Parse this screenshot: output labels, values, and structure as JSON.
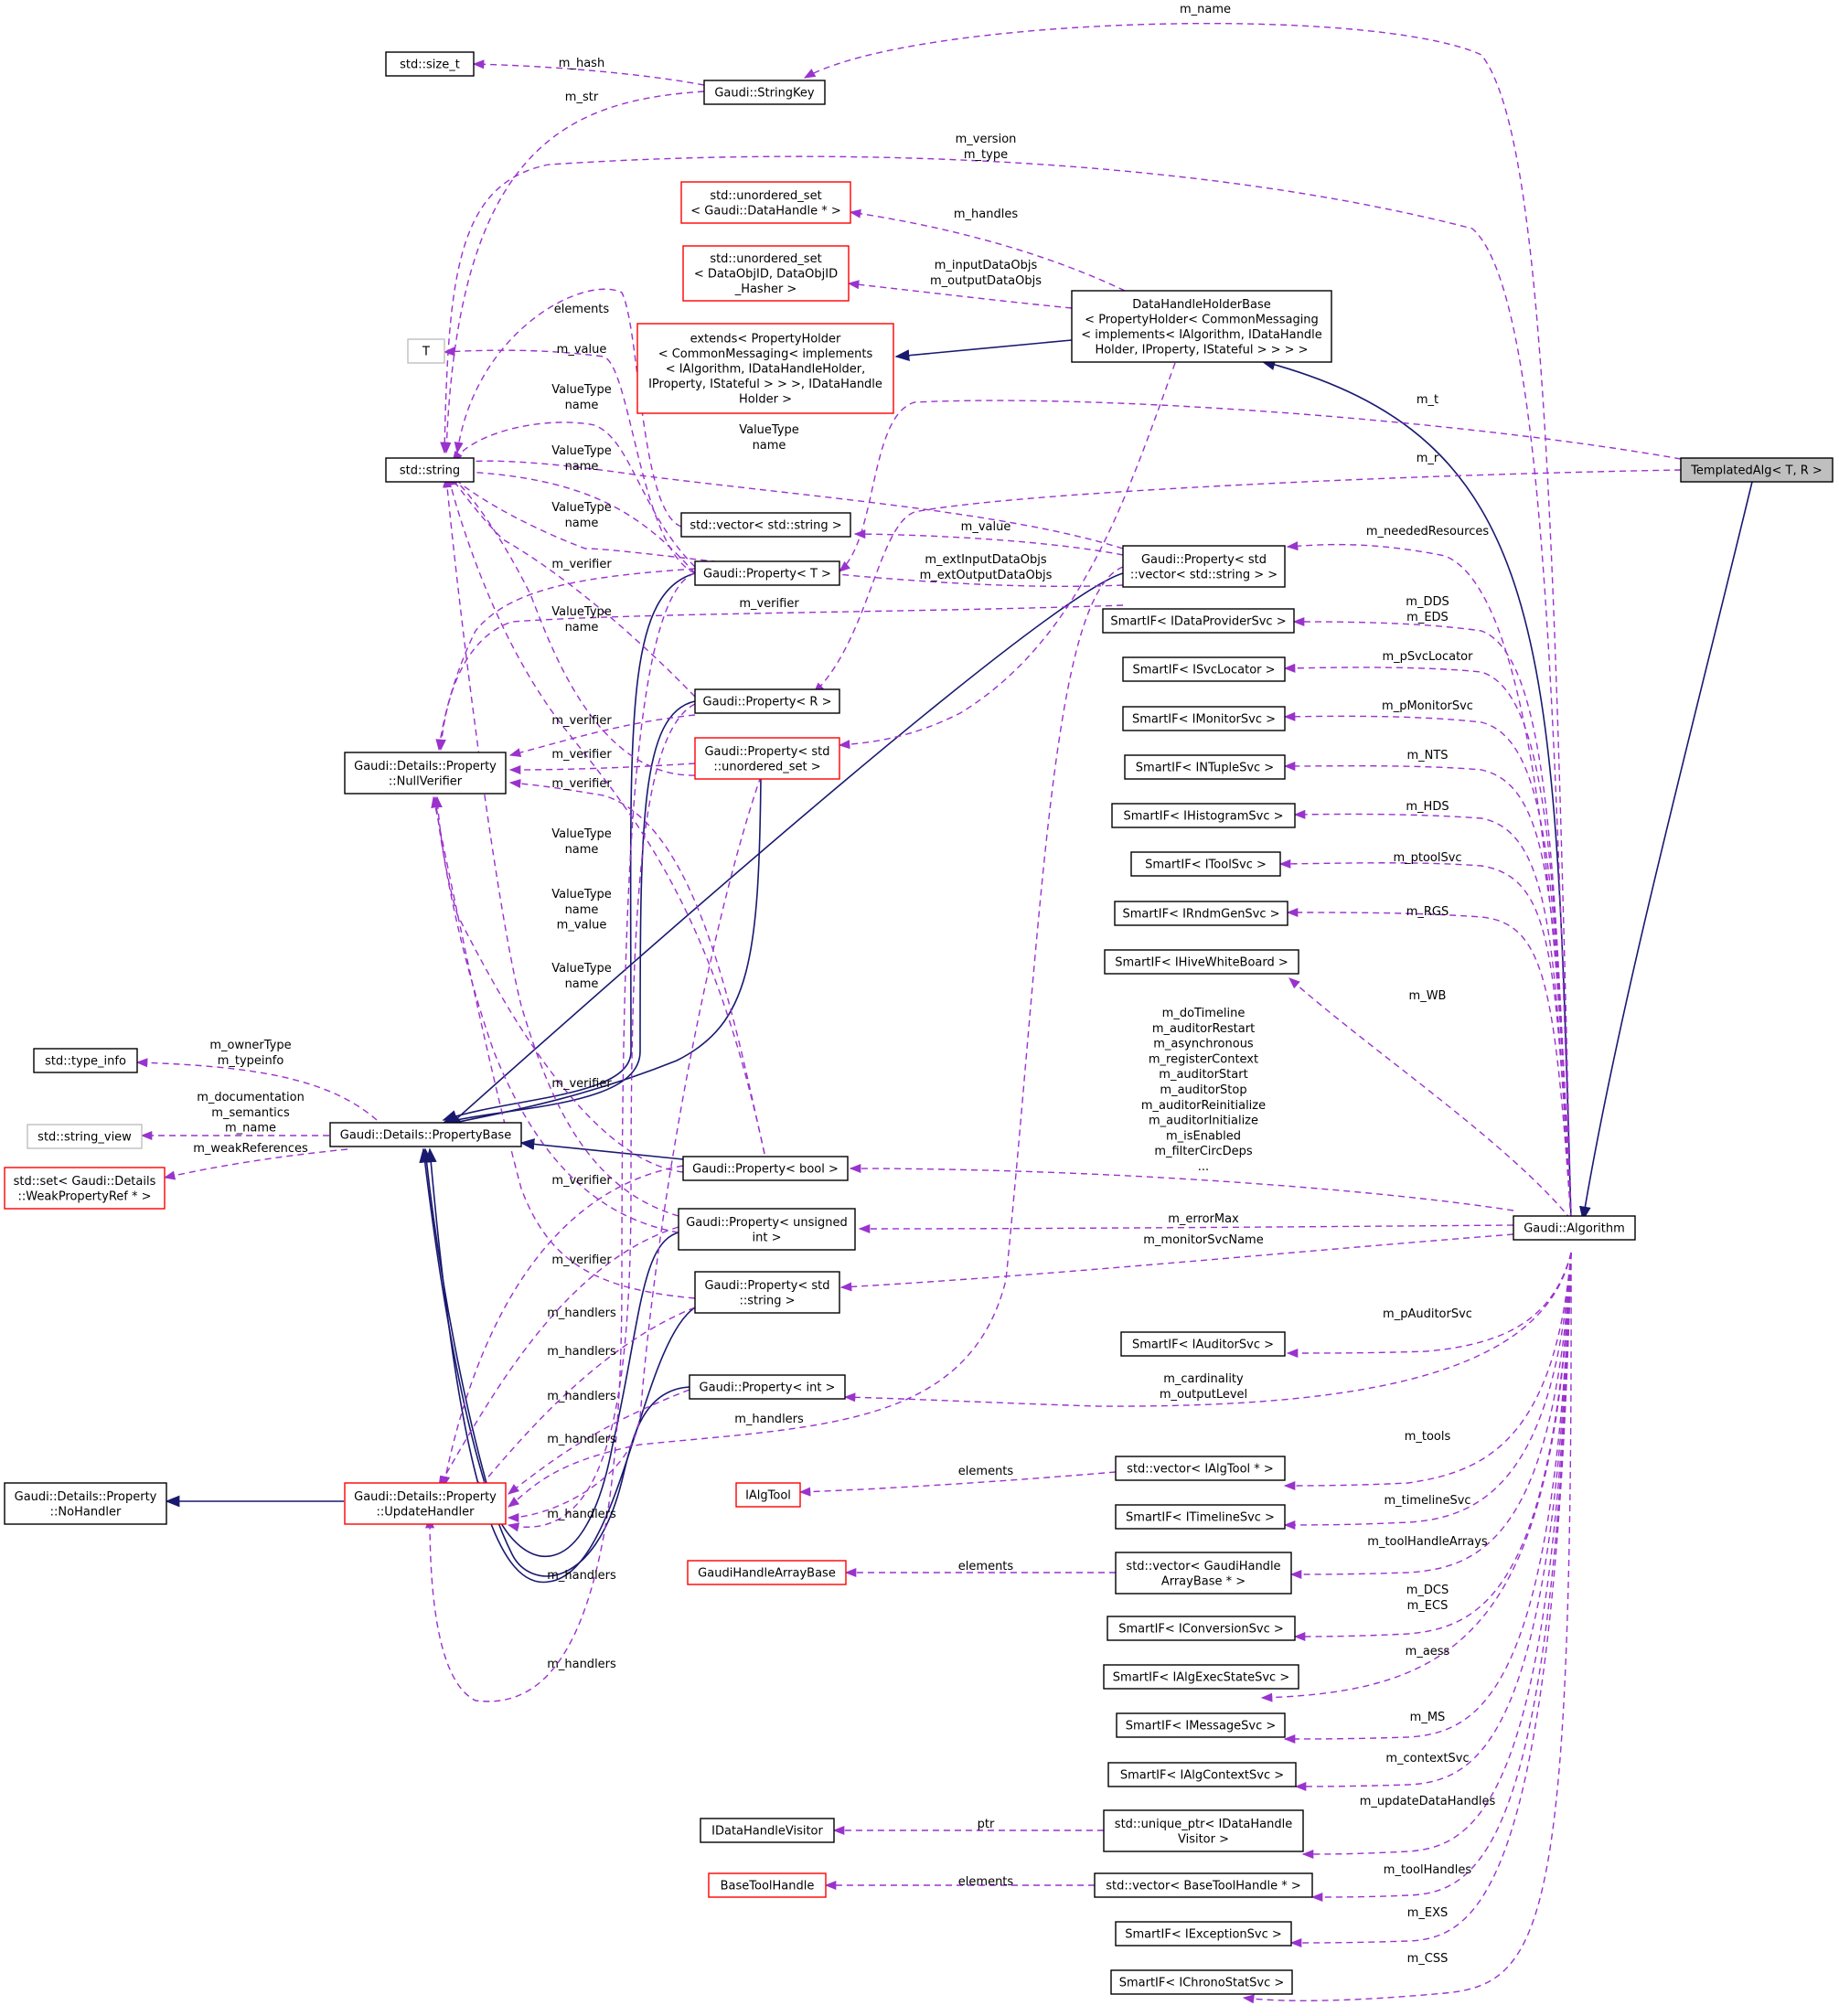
{
  "diagram": {
    "colors": {
      "dependency_edge": "#9a32cd",
      "inheritance_edge": "#191970",
      "node_border": "#000000",
      "node_border_incomplete": "#ff0000",
      "node_border_external": "#bfbfbf",
      "selected_node_fill": "#bfbfbf"
    },
    "nodes": [
      {
        "id": "n_size_t",
        "lines": [
          "std::size_t"
        ],
        "style": "black"
      },
      {
        "id": "n_stringkey",
        "lines": [
          "Gaudi::StringKey"
        ],
        "style": "black"
      },
      {
        "id": "n_uset_datahandle",
        "lines": [
          "std::unordered_set",
          "< Gaudi::DataHandle * >"
        ],
        "style": "red"
      },
      {
        "id": "n_uset_dataobjid",
        "lines": [
          "std::unordered_set",
          "< DataObjID, DataObjID",
          "_Hasher >"
        ],
        "style": "red"
      },
      {
        "id": "n_extends",
        "lines": [
          "extends< PropertyHolder",
          "< CommonMessaging< implements",
          "< IAlgorithm, IDataHandleHolder,",
          " IProperty, IStateful > > >, IDataHandle",
          "Holder >"
        ],
        "style": "red"
      },
      {
        "id": "n_dhhb",
        "lines": [
          "DataHandleHolderBase",
          "< PropertyHolder< CommonMessaging",
          "< implements< IAlgorithm, IDataHandle",
          "Holder, IProperty, IStateful > > > >"
        ],
        "style": "black"
      },
      {
        "id": "n_T",
        "lines": [
          "T"
        ],
        "style": "gray"
      },
      {
        "id": "n_templatedalg",
        "lines": [
          "TemplatedAlg< T, R >"
        ],
        "style": "selected"
      },
      {
        "id": "n_string",
        "lines": [
          "std::string"
        ],
        "style": "black"
      },
      {
        "id": "n_vec_string",
        "lines": [
          "std::vector< std::string >"
        ],
        "style": "black"
      },
      {
        "id": "n_prop_vec_string",
        "lines": [
          "Gaudi::Property< std",
          "::vector< std::string > >"
        ],
        "style": "black"
      },
      {
        "id": "n_prop_T",
        "lines": [
          "Gaudi::Property< T >"
        ],
        "style": "black"
      },
      {
        "id": "n_smartif_dataprovider",
        "lines": [
          "SmartIF< IDataProviderSvc >"
        ],
        "style": "black"
      },
      {
        "id": "n_smartif_svclocator",
        "lines": [
          "SmartIF< ISvcLocator >"
        ],
        "style": "black"
      },
      {
        "id": "n_prop_R",
        "lines": [
          "Gaudi::Property< R >"
        ],
        "style": "black"
      },
      {
        "id": "n_smartif_monitor",
        "lines": [
          "SmartIF< IMonitorSvc >"
        ],
        "style": "black"
      },
      {
        "id": "n_nullverifier",
        "lines": [
          "Gaudi::Details::Property",
          "::NullVerifier"
        ],
        "style": "black"
      },
      {
        "id": "n_prop_uset",
        "lines": [
          "Gaudi::Property< std",
          "::unordered_set >"
        ],
        "style": "red"
      },
      {
        "id": "n_smartif_ntuple",
        "lines": [
          "SmartIF< INTupleSvc >"
        ],
        "style": "black"
      },
      {
        "id": "n_smartif_histogram",
        "lines": [
          "SmartIF< IHistogramSvc >"
        ],
        "style": "black"
      },
      {
        "id": "n_smartif_tool",
        "lines": [
          "SmartIF< IToolSvc >"
        ],
        "style": "black"
      },
      {
        "id": "n_smartif_rndm",
        "lines": [
          "SmartIF< IRndmGenSvc >"
        ],
        "style": "black"
      },
      {
        "id": "n_smartif_hive",
        "lines": [
          "SmartIF< IHiveWhiteBoard >"
        ],
        "style": "black"
      },
      {
        "id": "n_type_info",
        "lines": [
          "std::type_info"
        ],
        "style": "black"
      },
      {
        "id": "n_string_view",
        "lines": [
          "std::string_view"
        ],
        "style": "gray"
      },
      {
        "id": "n_propertybase",
        "lines": [
          "Gaudi::Details::PropertyBase"
        ],
        "style": "black"
      },
      {
        "id": "n_set_weakref",
        "lines": [
          "std::set< Gaudi::Details",
          "::WeakPropertyRef * >"
        ],
        "style": "red"
      },
      {
        "id": "n_prop_bool",
        "lines": [
          "Gaudi::Property< bool >"
        ],
        "style": "black"
      },
      {
        "id": "n_prop_unsigned",
        "lines": [
          "Gaudi::Property< unsigned",
          " int >"
        ],
        "style": "black"
      },
      {
        "id": "n_algorithm",
        "lines": [
          "Gaudi::Algorithm"
        ],
        "style": "black"
      },
      {
        "id": "n_prop_stdstring",
        "lines": [
          "Gaudi::Property< std",
          "::string >"
        ],
        "style": "black"
      },
      {
        "id": "n_smartif_auditor",
        "lines": [
          "SmartIF< IAuditorSvc >"
        ],
        "style": "black"
      },
      {
        "id": "n_prop_int",
        "lines": [
          "Gaudi::Property< int >"
        ],
        "style": "black"
      },
      {
        "id": "n_nohandler",
        "lines": [
          "Gaudi::Details::Property",
          "::NoHandler"
        ],
        "style": "black"
      },
      {
        "id": "n_updatehandler",
        "lines": [
          "Gaudi::Details::Property",
          "::UpdateHandler"
        ],
        "style": "red"
      },
      {
        "id": "n_vec_algtool",
        "lines": [
          "std::vector< IAlgTool * >"
        ],
        "style": "black"
      },
      {
        "id": "n_ialgtool",
        "lines": [
          "IAlgTool"
        ],
        "style": "red"
      },
      {
        "id": "n_smartif_timeline",
        "lines": [
          "SmartIF< ITimelineSvc >"
        ],
        "style": "black"
      },
      {
        "id": "n_gaudihandlearraybase",
        "lines": [
          "GaudiHandleArrayBase"
        ],
        "style": "red"
      },
      {
        "id": "n_vec_gaudihandle",
        "lines": [
          "std::vector< GaudiHandle",
          "ArrayBase * >"
        ],
        "style": "black"
      },
      {
        "id": "n_smartif_conversion",
        "lines": [
          "SmartIF< IConversionSvc >"
        ],
        "style": "black"
      },
      {
        "id": "n_smartif_execstate",
        "lines": [
          "SmartIF< IAlgExecStateSvc >"
        ],
        "style": "black"
      },
      {
        "id": "n_smartif_message",
        "lines": [
          "SmartIF< IMessageSvc >"
        ],
        "style": "black"
      },
      {
        "id": "n_smartif_algcontext",
        "lines": [
          "SmartIF< IAlgContextSvc >"
        ],
        "style": "black"
      },
      {
        "id": "n_idatahandlevisitor",
        "lines": [
          "IDataHandleVisitor"
        ],
        "style": "black"
      },
      {
        "id": "n_uptr_visitor",
        "lines": [
          "std::unique_ptr< IDataHandle",
          "Visitor >"
        ],
        "style": "black"
      },
      {
        "id": "n_basetoolhandle",
        "lines": [
          "BaseToolHandle"
        ],
        "style": "red"
      },
      {
        "id": "n_vec_basetoolhandle",
        "lines": [
          "std::vector< BaseToolHandle * >"
        ],
        "style": "black"
      },
      {
        "id": "n_smartif_exception",
        "lines": [
          "SmartIF< IExceptionSvc >"
        ],
        "style": "black"
      },
      {
        "id": "n_smartif_chrono",
        "lines": [
          "SmartIF< IChronoStatSvc >"
        ],
        "style": "black"
      }
    ],
    "edge_labels": [
      {
        "id": "l_m_name_top",
        "lines": [
          "m_name"
        ]
      },
      {
        "id": "l_m_hash",
        "lines": [
          "m_hash"
        ]
      },
      {
        "id": "l_m_str",
        "lines": [
          "m_str"
        ]
      },
      {
        "id": "l_m_version",
        "lines": [
          "m_version",
          "m_type"
        ]
      },
      {
        "id": "l_m_handles",
        "lines": [
          "m_handles"
        ]
      },
      {
        "id": "l_m_inputdata",
        "lines": [
          "m_inputDataObjs",
          "m_outputDataObjs"
        ]
      },
      {
        "id": "l_elements_top",
        "lines": [
          "elements"
        ]
      },
      {
        "id": "l_m_value_top",
        "lines": [
          "m_value"
        ]
      },
      {
        "id": "l_vt1",
        "lines": [
          "ValueType",
          "name"
        ]
      },
      {
        "id": "l_m_t",
        "lines": [
          "m_t"
        ]
      },
      {
        "id": "l_vt2",
        "lines": [
          "ValueType",
          "name"
        ]
      },
      {
        "id": "l_vt3",
        "lines": [
          "ValueType",
          "name"
        ]
      },
      {
        "id": "l_m_r",
        "lines": [
          "m_r"
        ]
      },
      {
        "id": "l_vt4",
        "lines": [
          "ValueType",
          "name"
        ]
      },
      {
        "id": "l_m_value_mid",
        "lines": [
          "m_value"
        ]
      },
      {
        "id": "l_m_neededresources",
        "lines": [
          "m_neededResources"
        ]
      },
      {
        "id": "l_m_verifier1",
        "lines": [
          "m_verifier"
        ]
      },
      {
        "id": "l_m_extinput",
        "lines": [
          "m_extInputDataObjs",
          "m_extOutputDataObjs"
        ]
      },
      {
        "id": "l_m_dds",
        "lines": [
          "m_DDS",
          "m_EDS"
        ]
      },
      {
        "id": "l_m_verifier2",
        "lines": [
          "m_verifier"
        ]
      },
      {
        "id": "l_vt5",
        "lines": [
          "ValueType",
          "name"
        ]
      },
      {
        "id": "l_m_psvclocator",
        "lines": [
          "m_pSvcLocator"
        ]
      },
      {
        "id": "l_m_pmonitorsvc",
        "lines": [
          "m_pMonitorSvc"
        ]
      },
      {
        "id": "l_m_verifier3",
        "lines": [
          "m_verifier"
        ]
      },
      {
        "id": "l_m_verifier4",
        "lines": [
          "m_verifier"
        ]
      },
      {
        "id": "l_m_nts",
        "lines": [
          "m_NTS"
        ]
      },
      {
        "id": "l_m_verifier5",
        "lines": [
          "m_verifier"
        ]
      },
      {
        "id": "l_m_hds",
        "lines": [
          "m_HDS"
        ]
      },
      {
        "id": "l_vt6",
        "lines": [
          "ValueType",
          "name"
        ]
      },
      {
        "id": "l_m_ptoolsvc",
        "lines": [
          "m_ptoolSvc"
        ]
      },
      {
        "id": "l_vt7",
        "lines": [
          "ValueType",
          "name",
          "m_value"
        ]
      },
      {
        "id": "l_m_rgs",
        "lines": [
          "m_RGS"
        ]
      },
      {
        "id": "l_vt8",
        "lines": [
          "ValueType",
          "name"
        ]
      },
      {
        "id": "l_m_wb",
        "lines": [
          "m_WB"
        ]
      },
      {
        "id": "l_m_dotimeline",
        "lines": [
          "m_doTimeline",
          "m_auditorRestart",
          "m_asynchronous",
          "m_registerContext",
          "m_auditorStart",
          "m_auditorStop",
          "m_auditorReinitialize",
          "m_auditorInitialize",
          "m_isEnabled",
          "m_filterCircDeps",
          "..."
        ]
      },
      {
        "id": "l_m_ownertype",
        "lines": [
          "m_ownerType",
          "m_typeinfo"
        ]
      },
      {
        "id": "l_m_documentation",
        "lines": [
          "m_documentation",
          "m_semantics",
          "m_name"
        ]
      },
      {
        "id": "l_m_weakrefs",
        "lines": [
          "m_weakReferences"
        ]
      },
      {
        "id": "l_m_verifier6",
        "lines": [
          "m_verifier"
        ]
      },
      {
        "id": "l_m_verifier7",
        "lines": [
          "m_verifier"
        ]
      },
      {
        "id": "l_m_errormax",
        "lines": [
          "m_errorMax"
        ]
      },
      {
        "id": "l_m_monitorsvcname",
        "lines": [
          "m_monitorSvcName"
        ]
      },
      {
        "id": "l_m_verifier8",
        "lines": [
          "m_verifier"
        ]
      },
      {
        "id": "l_m_handlers1",
        "lines": [
          "m_handlers"
        ]
      },
      {
        "id": "l_m_pauditorsvc",
        "lines": [
          "m_pAuditorSvc"
        ]
      },
      {
        "id": "l_m_handlers2",
        "lines": [
          "m_handlers"
        ]
      },
      {
        "id": "l_m_cardinality",
        "lines": [
          "m_cardinality",
          "m_outputLevel"
        ]
      },
      {
        "id": "l_m_handlers3",
        "lines": [
          "m_handlers"
        ]
      },
      {
        "id": "l_m_handlers4",
        "lines": [
          "m_handlers"
        ]
      },
      {
        "id": "l_m_handlers5",
        "lines": [
          "m_handlers"
        ]
      },
      {
        "id": "l_m_tools",
        "lines": [
          "m_tools"
        ]
      },
      {
        "id": "l_elements_algtool",
        "lines": [
          "elements"
        ]
      },
      {
        "id": "l_m_timelinesvc",
        "lines": [
          "m_timelineSvc"
        ]
      },
      {
        "id": "l_m_handlers6",
        "lines": [
          "m_handlers"
        ]
      },
      {
        "id": "l_m_toolhandlearrays",
        "lines": [
          "m_toolHandleArrays"
        ]
      },
      {
        "id": "l_elements_gh",
        "lines": [
          "elements"
        ]
      },
      {
        "id": "l_m_handlers7",
        "lines": [
          "m_handlers"
        ]
      },
      {
        "id": "l_m_dcs",
        "lines": [
          "m_DCS",
          "m_ECS"
        ]
      },
      {
        "id": "l_m_aess",
        "lines": [
          "m_aess"
        ]
      },
      {
        "id": "l_m_handlers8",
        "lines": [
          "m_handlers"
        ]
      },
      {
        "id": "l_m_ms",
        "lines": [
          "m_MS"
        ]
      },
      {
        "id": "l_m_contextsvc",
        "lines": [
          "m_contextSvc"
        ]
      },
      {
        "id": "l_m_updatedatahandles",
        "lines": [
          "m_updateDataHandles"
        ]
      },
      {
        "id": "l_ptr",
        "lines": [
          "ptr"
        ]
      },
      {
        "id": "l_m_toolhandles",
        "lines": [
          "m_toolHandles"
        ]
      },
      {
        "id": "l_elements_bth",
        "lines": [
          "elements"
        ]
      },
      {
        "id": "l_m_exs",
        "lines": [
          "m_EXS"
        ]
      },
      {
        "id": "l_m_css",
        "lines": [
          "m_CSS"
        ]
      }
    ]
  }
}
